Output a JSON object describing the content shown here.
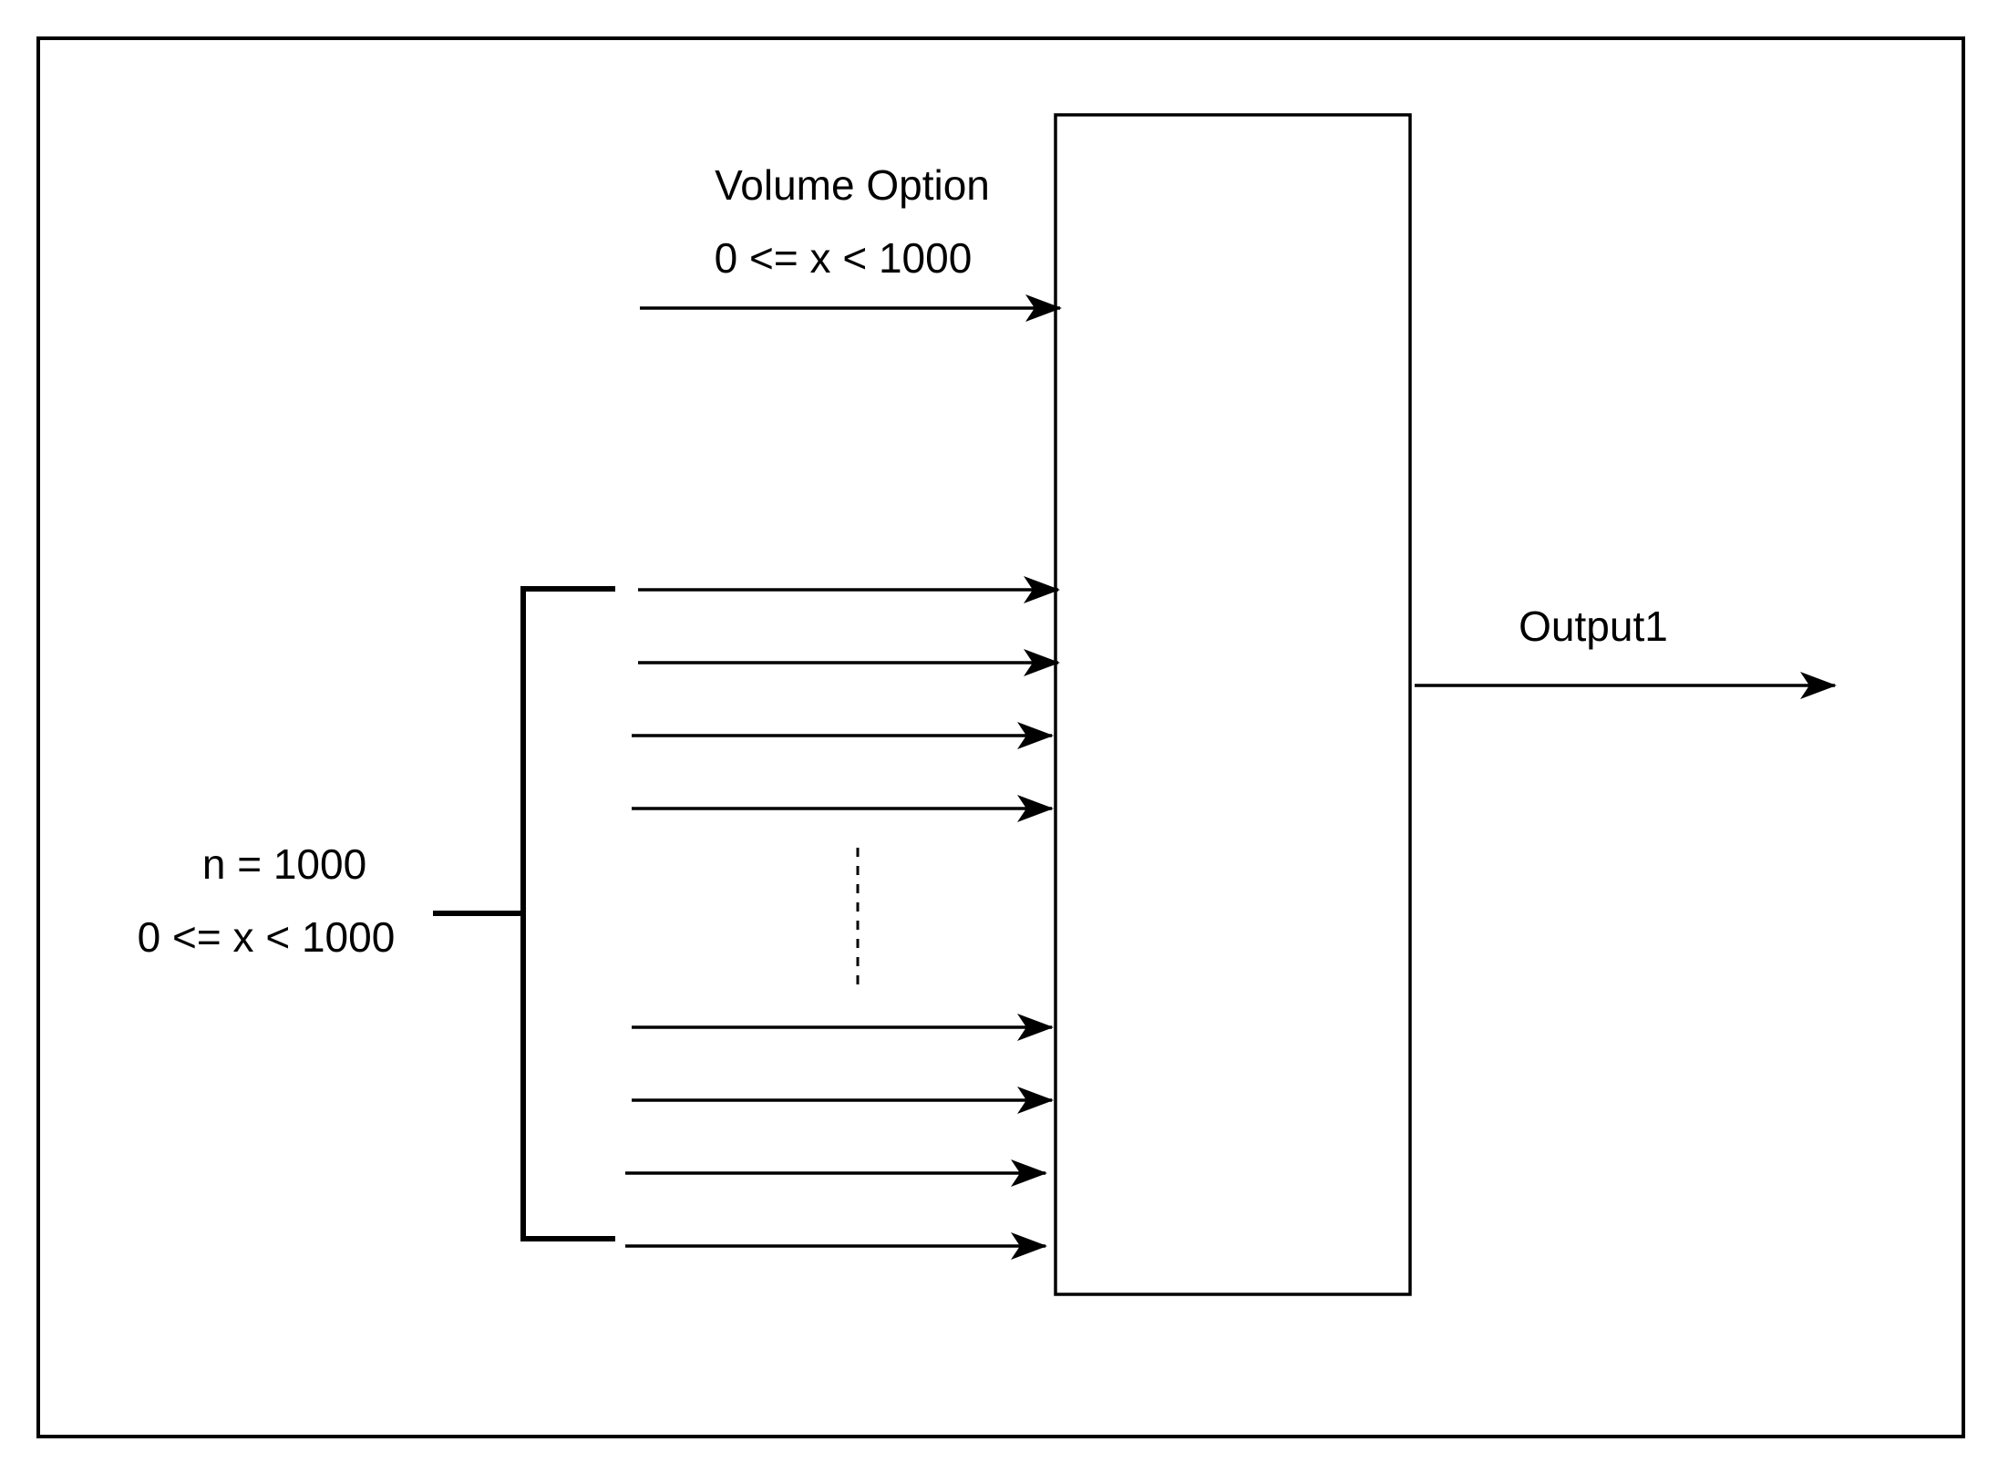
{
  "volume_input": {
    "title": "Volume Option",
    "range": "0 <=  x  < 1000"
  },
  "bus_input": {
    "count_label": "n = 1000",
    "range": "0 <=  x  < 1000"
  },
  "output": {
    "label": "Output1"
  },
  "colors": {
    "stroke": "#000000",
    "background": "#ffffff"
  }
}
